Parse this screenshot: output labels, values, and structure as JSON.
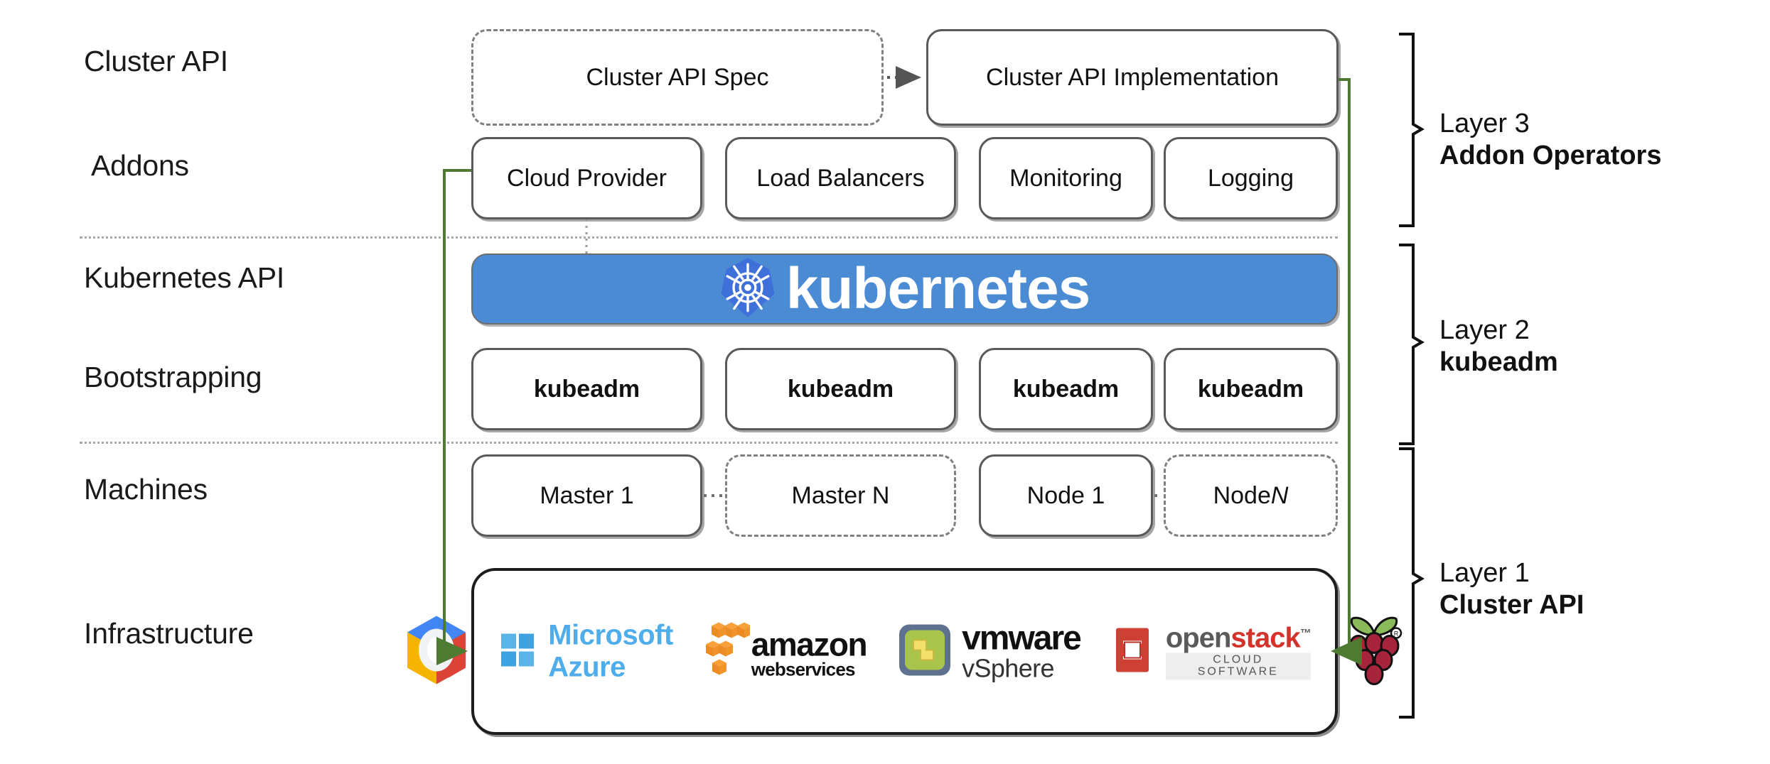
{
  "diagram": {
    "title": "Kubernetes Cluster API layered architecture",
    "colors": {
      "green_connector": "#4e7a32",
      "kubernetes_blue": "#4a8bd4",
      "kubernetes_logo_blue": "#3f6fd8",
      "box_border": "#595959",
      "dashed_border": "#808080",
      "divider": "#a8a8a8"
    }
  },
  "row_labels": [
    {
      "text": "Cluster API"
    },
    {
      "text": "Addons"
    },
    {
      "text": "Kubernetes API"
    },
    {
      "text": "Bootstrapping"
    },
    {
      "text": "Machines"
    },
    {
      "text": "Infrastructure"
    }
  ],
  "cluster_api_row": {
    "spec_box": {
      "label": "Cluster API Spec",
      "style": "dashed"
    },
    "implementation_box": {
      "label": "Cluster API Implementation",
      "style": "solid"
    },
    "connector": "dotted-arrow"
  },
  "addons_row": {
    "boxes": [
      {
        "label": "Cloud Provider"
      },
      {
        "label": "Load Balancers"
      },
      {
        "label": "Monitoring"
      },
      {
        "label": "Logging"
      }
    ]
  },
  "kubernetes_api_row": {
    "banner_text": "kubernetes",
    "logo_name": "kubernetes-wheel-logo"
  },
  "bootstrapping_row": {
    "boxes": [
      {
        "label": "kubeadm"
      },
      {
        "label": "kubeadm"
      },
      {
        "label": "kubeadm"
      },
      {
        "label": "kubeadm"
      }
    ]
  },
  "machines_row": {
    "boxes": [
      {
        "label": "Master 1",
        "style": "solid",
        "italic_suffix": ""
      },
      {
        "label": "Master N",
        "style": "dashed",
        "italic_suffix": ""
      },
      {
        "label": "Node 1",
        "style": "solid",
        "italic_suffix": ""
      },
      {
        "label_prefix": "Node ",
        "label": "N",
        "style": "dashed",
        "italic": true
      }
    ]
  },
  "infrastructure_row": {
    "providers": [
      {
        "name": "google-cloud-platform-logo",
        "label": ""
      },
      {
        "name": "microsoft-azure-logo",
        "label": "Microsoft Azure"
      },
      {
        "name": "amazon-web-services-logo",
        "label_top": "amazon",
        "label_bottom": "webservices"
      },
      {
        "name": "vmware-vsphere-logo",
        "label_top": "vmware",
        "label_bottom": "vSphere"
      },
      {
        "name": "openstack-logo",
        "label_top": "openstack",
        "label_bottom": "CLOUD SOFTWARE"
      },
      {
        "name": "raspberry-pi-logo",
        "label": ""
      }
    ]
  },
  "layers": [
    {
      "number": "Layer 3",
      "name": "Addon Operators"
    },
    {
      "number": "Layer 2",
      "name": "kubeadm"
    },
    {
      "number": "Layer 1",
      "name": "Cluster API"
    }
  ]
}
